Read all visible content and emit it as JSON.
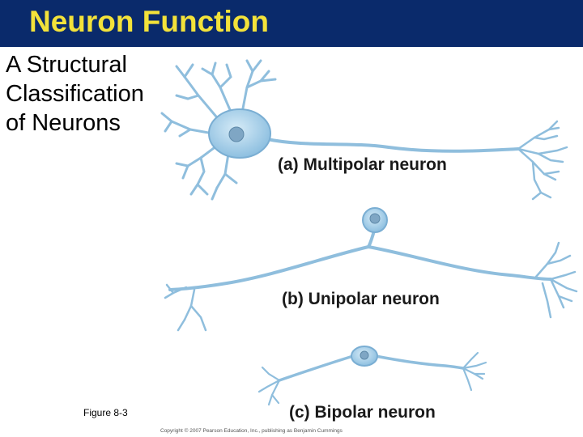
{
  "slide": {
    "title": "Neuron Function",
    "subtitle_lines": [
      "A Structural",
      "Classification",
      "of Neurons"
    ],
    "figure_ref": "Figure 8-3",
    "copyright": "Copyright © 2007 Pearson Education, Inc., publishing as Benjamin Cummings"
  },
  "colors": {
    "title_bar": "#0a2a6b",
    "title_text": "#f3e23a",
    "neuron_fill": "#a9cfe8",
    "neuron_stroke": "#6d9fc2",
    "nucleus": "#7fa6c4"
  },
  "neurons": [
    {
      "name": "multipolar",
      "label": "(a) Multipolar neuron"
    },
    {
      "name": "unipolar",
      "label": "(b) Unipolar neuron"
    },
    {
      "name": "bipolar",
      "label": "(c) Bipolar neuron"
    }
  ]
}
